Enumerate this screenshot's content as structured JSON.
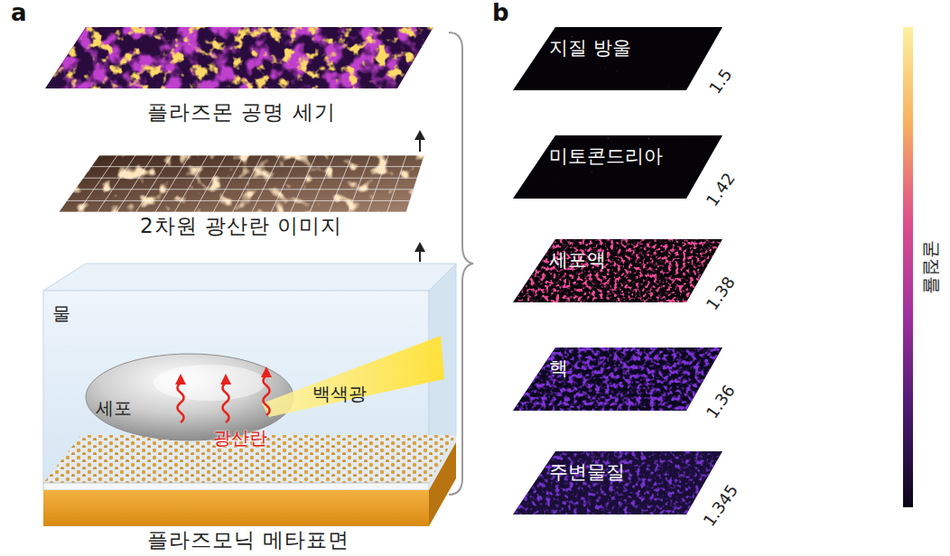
{
  "diagram": {
    "nodes": [
      {
        "text": [
          "플라즈몬 공명 세기"
        ]
      },
      {
        "text": [
          "2차원 광산란 이미지"
        ]
      },
      {
        "text": [
          "플라즈모닉 메타표면"
        ]
      },
      {
        "text": [
          "지질 방울",
          "1.5"
        ]
      },
      {
        "text": [
          "미토콘드리아",
          "1.42"
        ]
      },
      {
        "text": [
          "세포액",
          "1.38"
        ]
      },
      {
        "text": [
          "핵",
          "1.36"
        ]
      },
      {
        "text": [
          "주변물질",
          "1.345"
        ]
      }
    ],
    "edges": [
      {
        "from": 2,
        "to": 1,
        "arrow": "to"
      },
      {
        "from": 1,
        "to": 0,
        "arrow": "to"
      }
    ],
    "labels": [
      "a",
      "b",
      "물",
      "세포",
      "백색광",
      "광산란",
      "굴절률"
    ]
  }
}
